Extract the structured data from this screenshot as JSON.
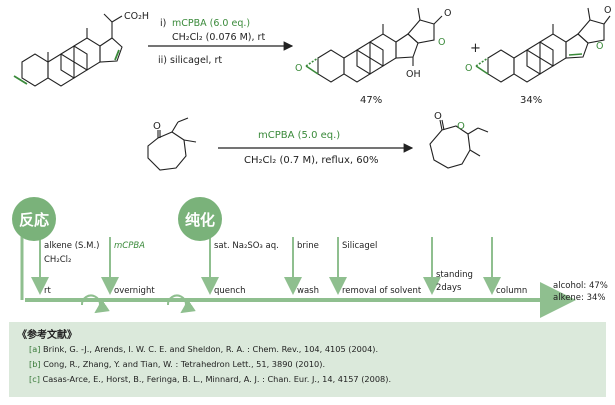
{
  "reaction1": {
    "co2h_label": "CO₂H",
    "cond_reagent": "mCPBA (6.0 eq.)",
    "cond_step1_prefix": "i)",
    "cond_solvent": "CH₂Cl₂ (0.076 M), rt",
    "cond_step2": "ii) silicagel, rt",
    "plus": "+",
    "product1_oh": "OH",
    "product1_o_lactone": "O",
    "product1_o_carbonyl": "O",
    "product1_o_epoxide": "O",
    "product1_yield": "47%",
    "product2_o_lactone": "O",
    "product2_o_carbonyl": "O",
    "product2_o_epoxide": "O",
    "product2_yield": "34%"
  },
  "reaction2": {
    "sm_o": "O",
    "cond_reagent": "mCPBA (5.0 eq.)",
    "cond_solvent": "CH₂Cl₂ (0.7 M), reflux, 60%",
    "prod_o_carbonyl": "O",
    "prod_o_ring": "O"
  },
  "flow": {
    "reaction_label": "反応",
    "purification_label": "纯化",
    "step_sm": "alkene (S.M.)",
    "step_sm_solvent": "CH₂Cl₂",
    "step_mcpba": "mCPBA",
    "step_rt": "rt",
    "step_overnight": "overnight",
    "step_na2so3": "sat. Na₂SO₃ aq.",
    "step_quench": "quench",
    "step_brine": "brine",
    "step_wash": "wash",
    "step_silicagel": "Silicagel",
    "step_removal": "removal of solvent",
    "step_standing": "standing",
    "step_2days": "2days",
    "step_column": "column",
    "result_alcohol": "alcohol: 47%",
    "result_alkene": "alkene: 34%"
  },
  "references": {
    "title": "《参考文献》",
    "items": [
      {
        "tag": "[a]",
        "text": "Brink, G. -J., Arends, I. W. C. E. and Sheldon, R. A. : Chem. Rev., 104, 4105 (2004)."
      },
      {
        "tag": "[b]",
        "text": "Cong, R., Zhang, Y. and Tian, W. : Tetrahedron Lett., 51, 3890 (2010)."
      },
      {
        "tag": "[c]",
        "text": "Casas-Arce, E., Horst, B., Feringa, B. L., Minnard, A. J. : Chan. Eur. J., 14, 4157 (2008)."
      }
    ]
  },
  "colors": {
    "green": "#3a8a3a",
    "flow_green": "#8fbf8f",
    "circle_green": "#7ab27a",
    "ref_bg": "#dbe9db"
  }
}
